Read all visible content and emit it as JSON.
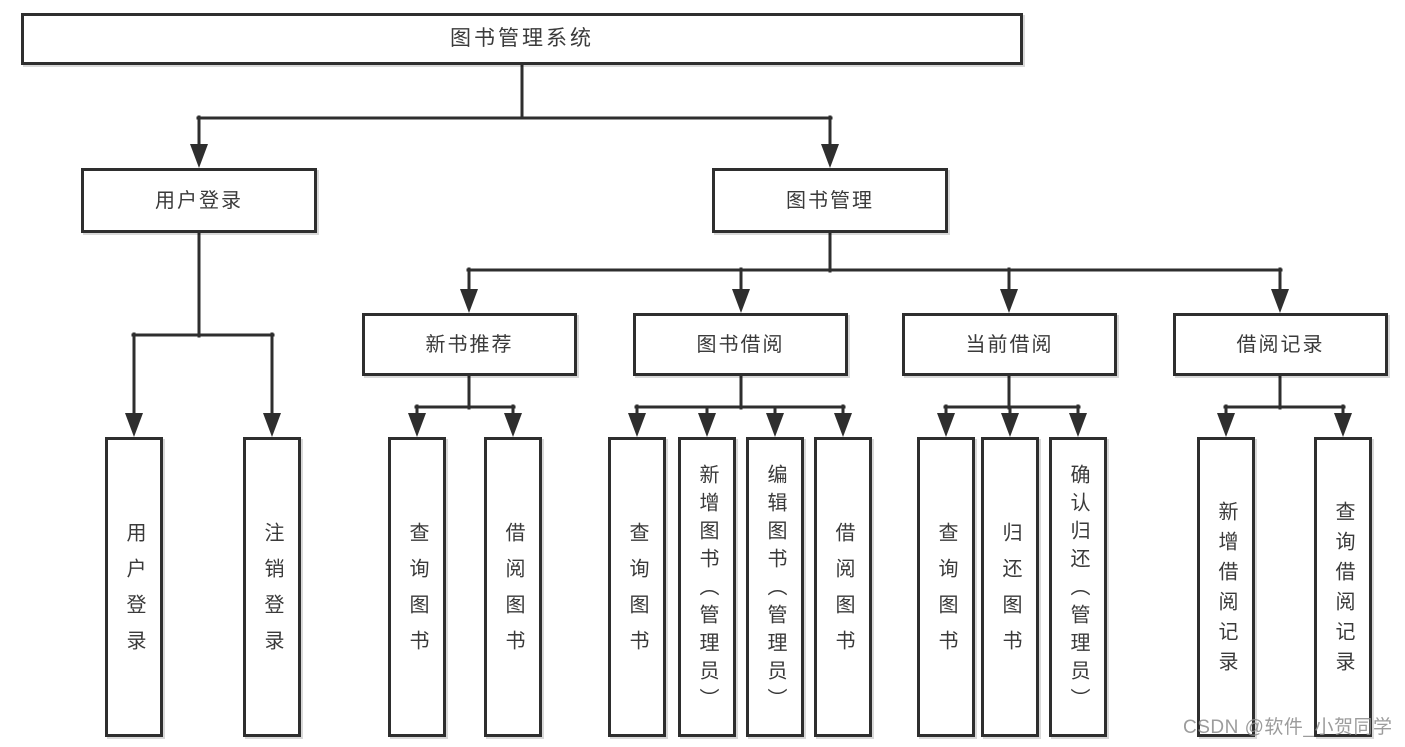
{
  "tree": {
    "label": "图书管理系统",
    "children": [
      {
        "label": "用户登录",
        "children": [
          {
            "label": "用户登录"
          },
          {
            "label": "注销登录"
          }
        ]
      },
      {
        "label": "图书管理",
        "children": [
          {
            "label": "新书推荐",
            "children": [
              {
                "label": "查询图书"
              },
              {
                "label": "借阅图书"
              }
            ]
          },
          {
            "label": "图书借阅",
            "children": [
              {
                "label": "查询图书"
              },
              {
                "label": "新增图书（管理员）"
              },
              {
                "label": "编辑图书（管理员）"
              },
              {
                "label": "借阅图书"
              }
            ]
          },
          {
            "label": "当前借阅",
            "children": [
              {
                "label": "查询图书"
              },
              {
                "label": "归还图书"
              },
              {
                "label": "确认归还（管理员）"
              }
            ]
          },
          {
            "label": "借阅记录",
            "children": [
              {
                "label": "新增借阅记录"
              },
              {
                "label": "查询借阅记录"
              }
            ]
          }
        ]
      }
    ]
  },
  "watermark": {
    "text": "CSDN @软件_小贺同学"
  },
  "colors": {
    "line": "#2e2e2e",
    "text": "#3a3a3a",
    "background": "#ffffff",
    "watermark": "#8f8f8f"
  }
}
